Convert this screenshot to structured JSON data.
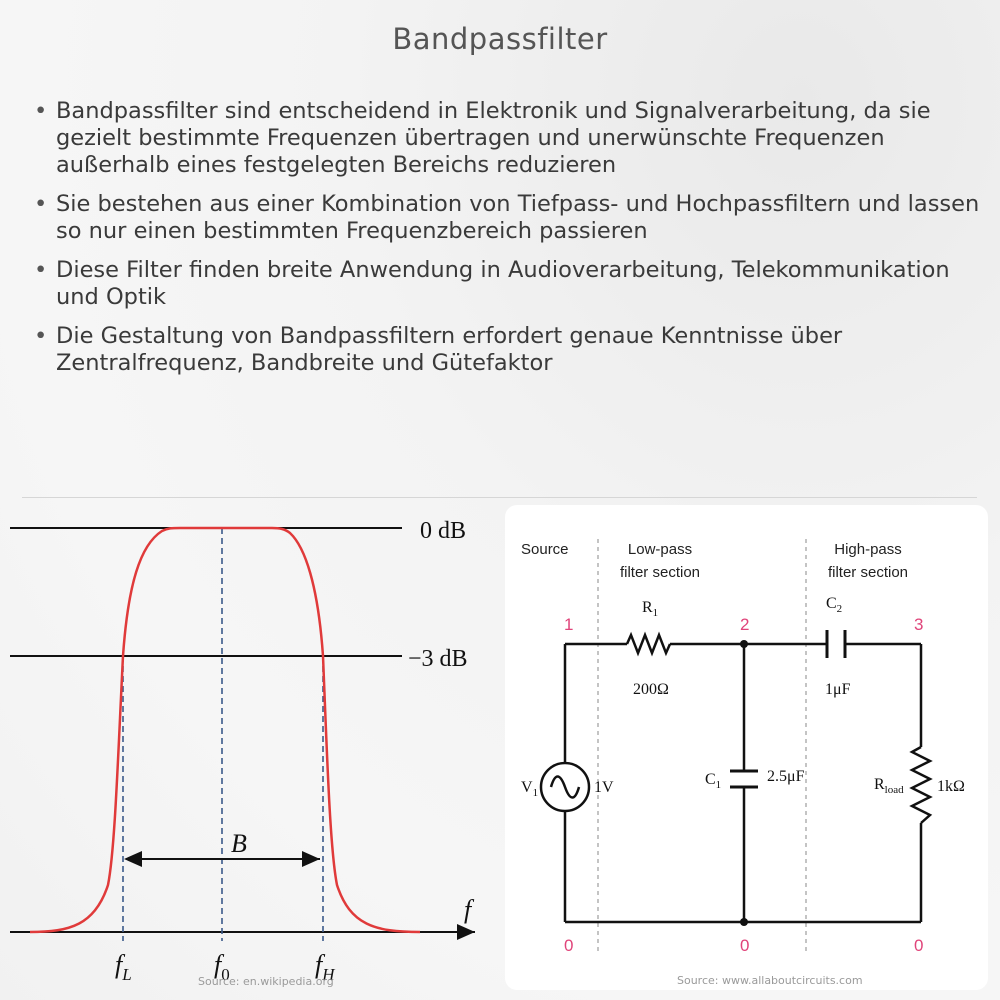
{
  "title": "Bandpassfilter",
  "bullets": [
    "Bandpassfilter sind entscheidend in Elektronik und Signalverarbeitung, da sie gezielt bestimmte Frequenzen übertragen und unerwünschte Frequenzen außerhalb eines festgelegten Bereichs reduzieren",
    "Sie bestehen aus einer Kombination von Tiefpass- und Hochpassfiltern und lassen so nur einen bestimmten Frequenzbereich passieren",
    "Diese Filter finden breite Anwendung in Audioverarbeitung, Telekommunikation und Optik",
    "Die Gestaltung von Bandpassfiltern erfordert genaue Kenntnisse über Zentralfrequenz, Bandbreite und Gütefaktor"
  ],
  "response_diagram": {
    "label_0db": "0 dB",
    "label_3db": "−3 dB",
    "label_bandwidth": "B",
    "axis_label": "f",
    "label_fL": "f",
    "label_fL_sub": "L",
    "label_f0": "f",
    "label_f0_sub": "0",
    "label_fH": "f",
    "label_fH_sub": "H",
    "source": "Source: en.wikipedia.org",
    "curve_color": "#e03a3a",
    "marker_color": "#3b5a8a"
  },
  "circuit": {
    "source_label": "Source",
    "lowpass_label_1": "Low-pass",
    "lowpass_label_2": "filter section",
    "highpass_label_1": "High-pass",
    "highpass_label_2": "filter section",
    "node_1": "1",
    "node_2": "2",
    "node_3": "3",
    "node_0a": "0",
    "node_0b": "0",
    "node_0c": "0",
    "r1_label": "R",
    "r1_sub": "1",
    "r1_value": "200Ω",
    "c2_label": "C",
    "c2_sub": "2",
    "c2_value": "1μF",
    "v1_label": "V",
    "v1_sub": "1",
    "v1_value": "1V",
    "c1_label": "C",
    "c1_sub": "1",
    "c1_value": "2.5μF",
    "rload_label": "R",
    "rload_sub": "load",
    "rload_value": "1kΩ",
    "source": "Source: www.allaboutcircuits.com",
    "node_color": "#e0447a"
  }
}
